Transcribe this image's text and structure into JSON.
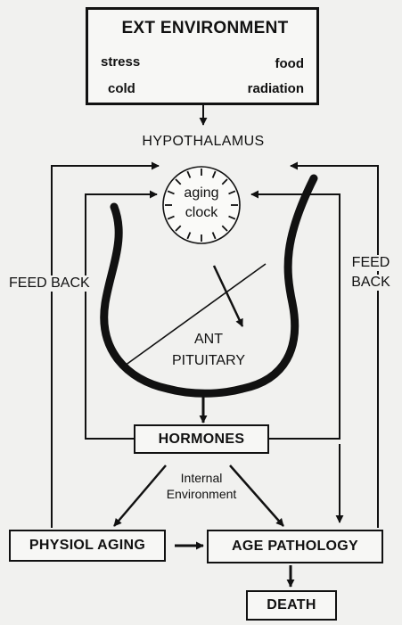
{
  "ext_environment": {
    "title": "EXT ENVIRONMENT",
    "factors": [
      "stress",
      "food",
      "cold",
      "radiation"
    ]
  },
  "hypothalamus": "HYPOTHALAMUS",
  "aging_clock": [
    "aging",
    "clock"
  ],
  "ant_pituitary": [
    "ANT",
    "PITUITARY"
  ],
  "feedback_left": "FEED BACK",
  "feedback_right": [
    "FEED",
    "BACK"
  ],
  "hormones": "HORMONES",
  "internal_environment": [
    "Internal",
    "Environment"
  ],
  "physiol_aging": "PHYSIOL AGING",
  "age_pathology": "AGE PATHOLOGY",
  "death": "DEATH"
}
